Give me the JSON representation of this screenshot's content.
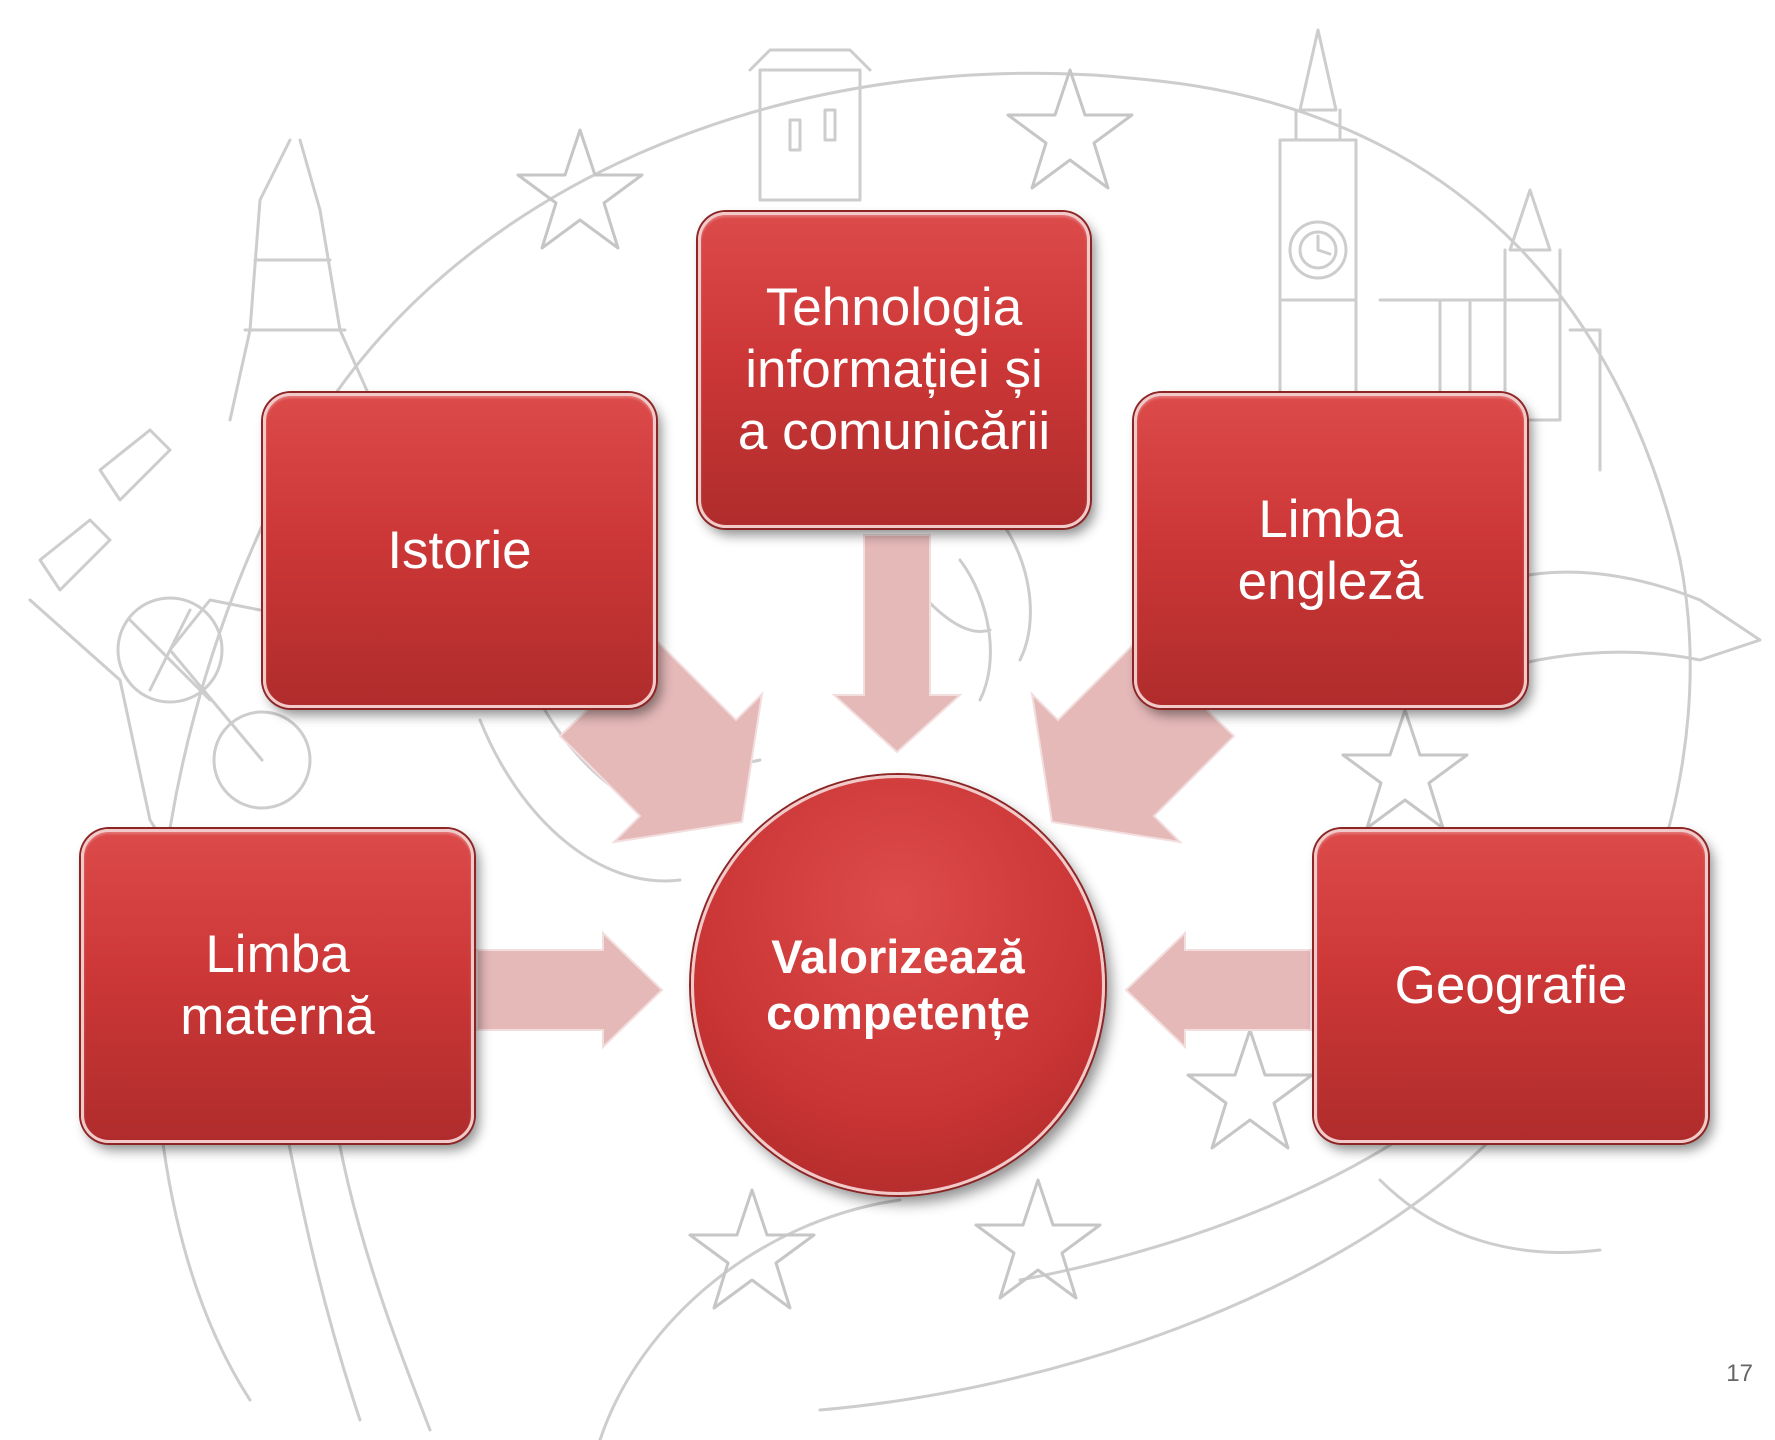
{
  "diagram": {
    "center": {
      "line1": "Valorizează",
      "line2": "competențe"
    },
    "boxes": {
      "tic": {
        "line1": "Tehnologia",
        "line2": "informației și",
        "line3": "a comunicării"
      },
      "istorie": {
        "line1": "Istorie"
      },
      "engleza": {
        "line1": "Limba",
        "line2": "engleză"
      },
      "materna": {
        "line1": "Limba",
        "line2": "maternă"
      },
      "geografie": {
        "line1": "Geografie"
      }
    }
  },
  "slide": {
    "page_number": "17"
  },
  "colors": {
    "box_fill": "#cd3737",
    "box_border": "#f1c9c9",
    "arrow_fill": "#e5b8b8",
    "sketch_line": "#c8c8c8"
  },
  "background": {
    "icons": [
      "europe-sketch-icon",
      "star-icon",
      "clock-tower-icon",
      "castle-icon",
      "eiffel-tower-icon",
      "bicycle-icon"
    ]
  }
}
